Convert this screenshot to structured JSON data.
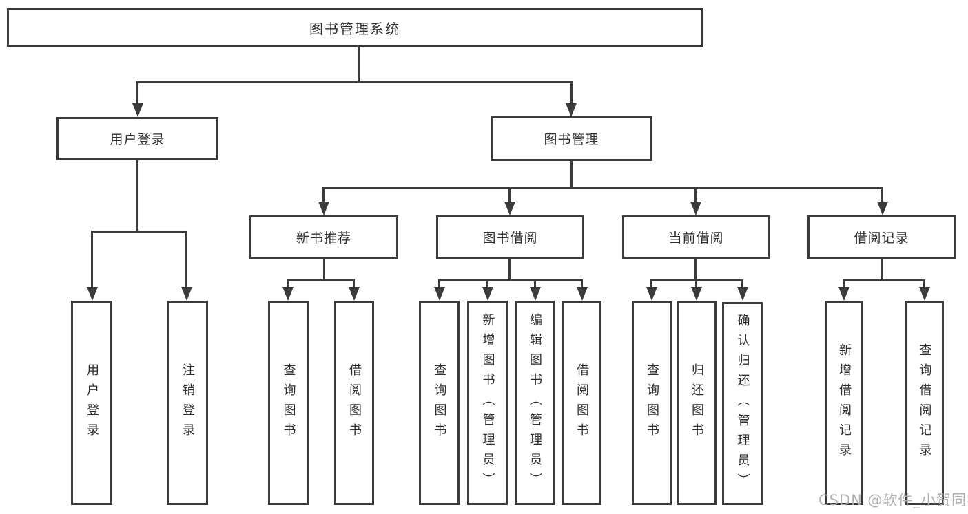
{
  "tree": {
    "root": {
      "label": "图书管理系统",
      "children": [
        {
          "label": "用户登录",
          "children": [
            {
              "label": "用户登录"
            },
            {
              "label": "注销登录"
            }
          ]
        },
        {
          "label": "图书管理",
          "children": [
            {
              "label": "新书推荐",
              "children": [
                {
                  "label": "查询图书"
                },
                {
                  "label": "借阅图书"
                }
              ]
            },
            {
              "label": "图书借阅",
              "children": [
                {
                  "label": "查询图书"
                },
                {
                  "label": "新增图书（管理员）"
                },
                {
                  "label": "编辑图书（管理员）"
                },
                {
                  "label": "借阅图书"
                }
              ]
            },
            {
              "label": "当前借阅",
              "children": [
                {
                  "label": "查询图书"
                },
                {
                  "label": "归还图书"
                },
                {
                  "label": "确认归还（管理员）"
                }
              ]
            },
            {
              "label": "借阅记录",
              "children": [
                {
                  "label": "新增借阅记录"
                },
                {
                  "label": "查询借阅记录"
                }
              ]
            }
          ]
        }
      ]
    }
  },
  "watermark": "CSDN @软件_小贺同学",
  "colors": {
    "line": "#3b3b3b",
    "text": "#2f2f2f",
    "background": "#ffffff",
    "watermark": "#b0b0b0"
  }
}
